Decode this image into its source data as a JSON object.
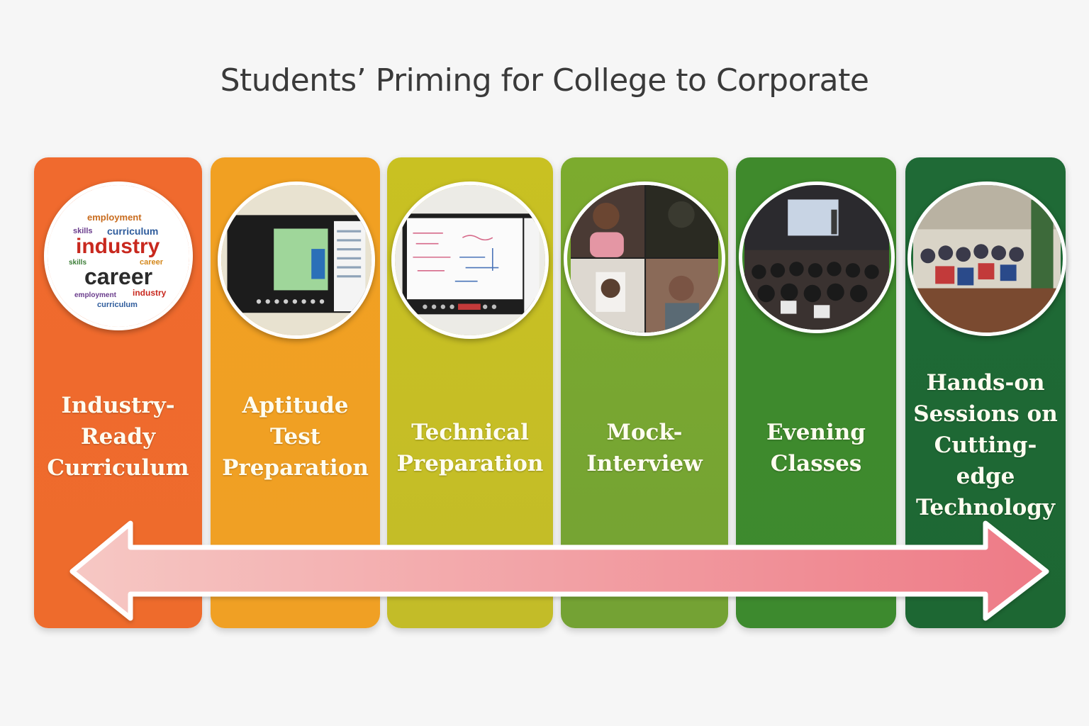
{
  "title": "Students’ Priming for College to Corporate",
  "stages": [
    {
      "label": "Industry-Ready Curriculum",
      "label_lines": [
        "Industry-",
        "Ready",
        "Curriculum"
      ],
      "color_top": "#f06a2e",
      "color_bottom": "#ee6b2c",
      "image": "word-cloud",
      "word_cloud_words": [
        "industry",
        "career",
        "employment",
        "curriculum",
        "skills"
      ]
    },
    {
      "label": "Aptitude Test Preparation",
      "label_lines": [
        "Aptitude",
        "Test",
        "Preparation"
      ],
      "color_top": "#f1a022",
      "color_bottom": "#f0a024",
      "image": "online-class-screenshot"
    },
    {
      "label": "Technical Preparation",
      "label_lines": [
        "Technical",
        "Preparation"
      ],
      "color_top": "#c9c122",
      "color_bottom": "#c3bc28",
      "image": "whiteboard-screenshot"
    },
    {
      "label": "Mock-Interview",
      "label_lines": [
        "Mock-",
        "Interview"
      ],
      "color_top": "#7cab2e",
      "color_bottom": "#74a234",
      "image": "video-call-grid"
    },
    {
      "label": "Evening Classes",
      "label_lines": [
        "Evening",
        "Classes"
      ],
      "color_top": "#3f8a2c",
      "color_bottom": "#3d8a2e",
      "image": "lecture-hall-photo"
    },
    {
      "label": "Hands-on Sessions on Cutting-edge Technology",
      "label_lines": [
        "Hands-on",
        "Sessions on",
        "Cutting-edge",
        "Technology"
      ],
      "color_top": "#1f6a36",
      "color_bottom": "#1d6733",
      "image": "workshop-photo"
    }
  ],
  "arrow": {
    "type": "double-headed",
    "color_left": "#f6c8c4",
    "color_right": "#ee7a86",
    "outline": "#ffffff"
  }
}
